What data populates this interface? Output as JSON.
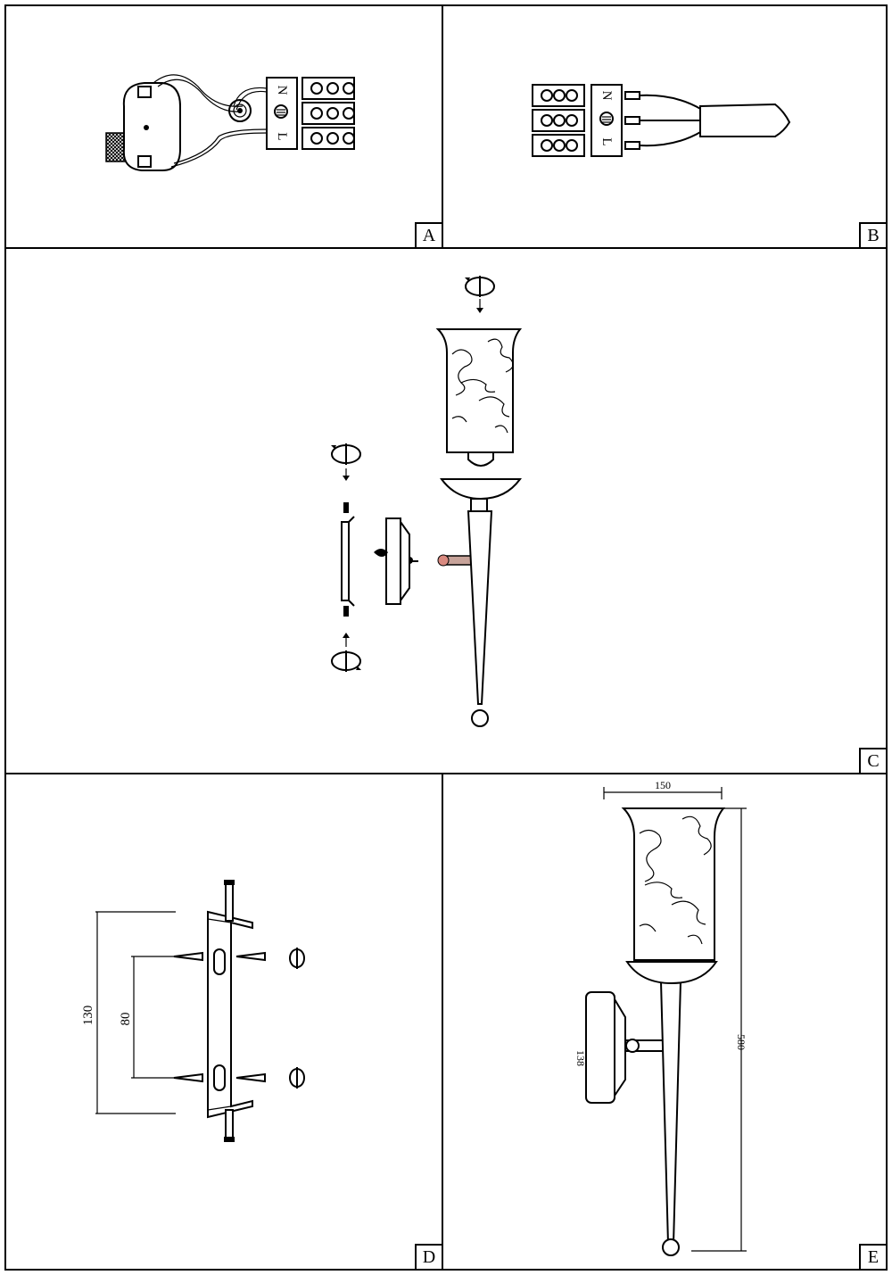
{
  "panels": {
    "a": {
      "label": "A"
    },
    "b": {
      "label": "B"
    },
    "c": {
      "label": "C"
    },
    "d": {
      "label": "D"
    },
    "e": {
      "label": "E"
    }
  },
  "terminal": {
    "n": "N",
    "l": "L"
  },
  "dimensions": {
    "d_outer": "130",
    "d_inner": "80",
    "e_width": "150",
    "e_height": "580",
    "e_plate": "138"
  },
  "icons": {
    "screwdriver": "screwdriver-rotate-icon",
    "ground": "ground-symbol-icon"
  }
}
